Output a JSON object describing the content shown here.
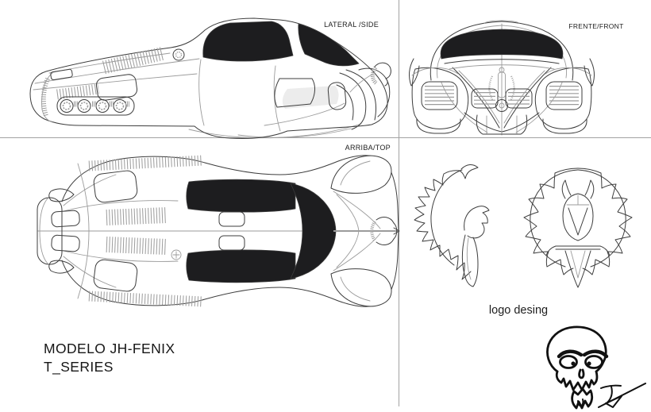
{
  "colors": {
    "background": "#ffffff",
    "divider": "#a3a3a3",
    "ink": "#3d3d3d",
    "ink_light": "#9b9b9b",
    "glass": "#1d1d1f",
    "panel": "#ececec",
    "sketch": "#111111"
  },
  "views": {
    "side": {
      "label": "LATERAL /SIDE"
    },
    "front": {
      "label": "FRENTE/FRONT"
    },
    "top": {
      "label": "ARRIBA/TOP"
    }
  },
  "logo_section": {
    "caption": "logo desing"
  },
  "title_block": {
    "model": "MODELO JH-FENIX",
    "series": "T_SERIES"
  }
}
